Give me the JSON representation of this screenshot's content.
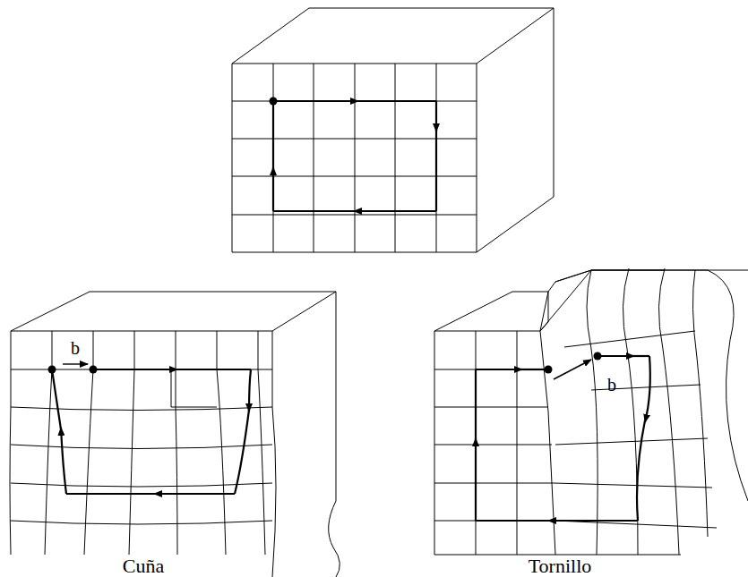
{
  "diagram": {
    "labels": [
      "b",
      "b",
      "Cuña",
      "Tornillo"
    ]
  }
}
